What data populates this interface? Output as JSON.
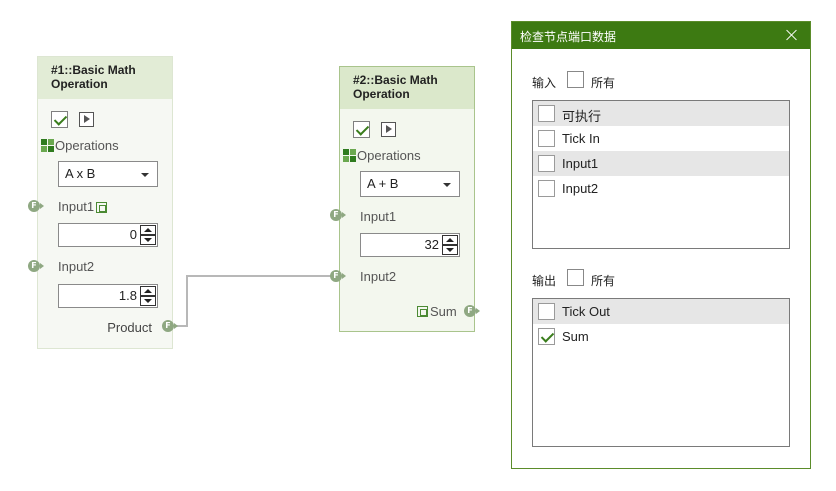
{
  "node1": {
    "title": "#1::Basic Math Operation",
    "enabled": true,
    "operations_label": "Operations",
    "operation_value": "A x B",
    "input1_label": "Input1",
    "input1_value": "0",
    "input2_label": "Input2",
    "input2_value": "1.8",
    "output_label": "Product",
    "port_glyph": "F"
  },
  "node2": {
    "title": "#2::Basic Math Operation",
    "enabled": true,
    "operations_label": "Operations",
    "operation_value": "A + B",
    "input1_label": "Input1",
    "input1_value": "32",
    "input2_label": "Input2",
    "output_label": "Sum",
    "port_glyph": "F"
  },
  "dialog": {
    "title": "检查节点端口数据",
    "inputs": {
      "label": "输入",
      "all_label": "所有",
      "items": [
        {
          "label": "可执行",
          "checked": false
        },
        {
          "label": "Tick In",
          "checked": false
        },
        {
          "label": "Input1",
          "checked": false
        },
        {
          "label": "Input2",
          "checked": false
        }
      ]
    },
    "outputs": {
      "label": "输出",
      "all_label": "所有",
      "items": [
        {
          "label": "Tick Out",
          "checked": false
        },
        {
          "label": "Sum",
          "checked": true
        }
      ]
    }
  },
  "colors": {
    "accent": "#3d7a12",
    "node_header": "#e2ecd6",
    "wire": "#b8b8b8"
  }
}
